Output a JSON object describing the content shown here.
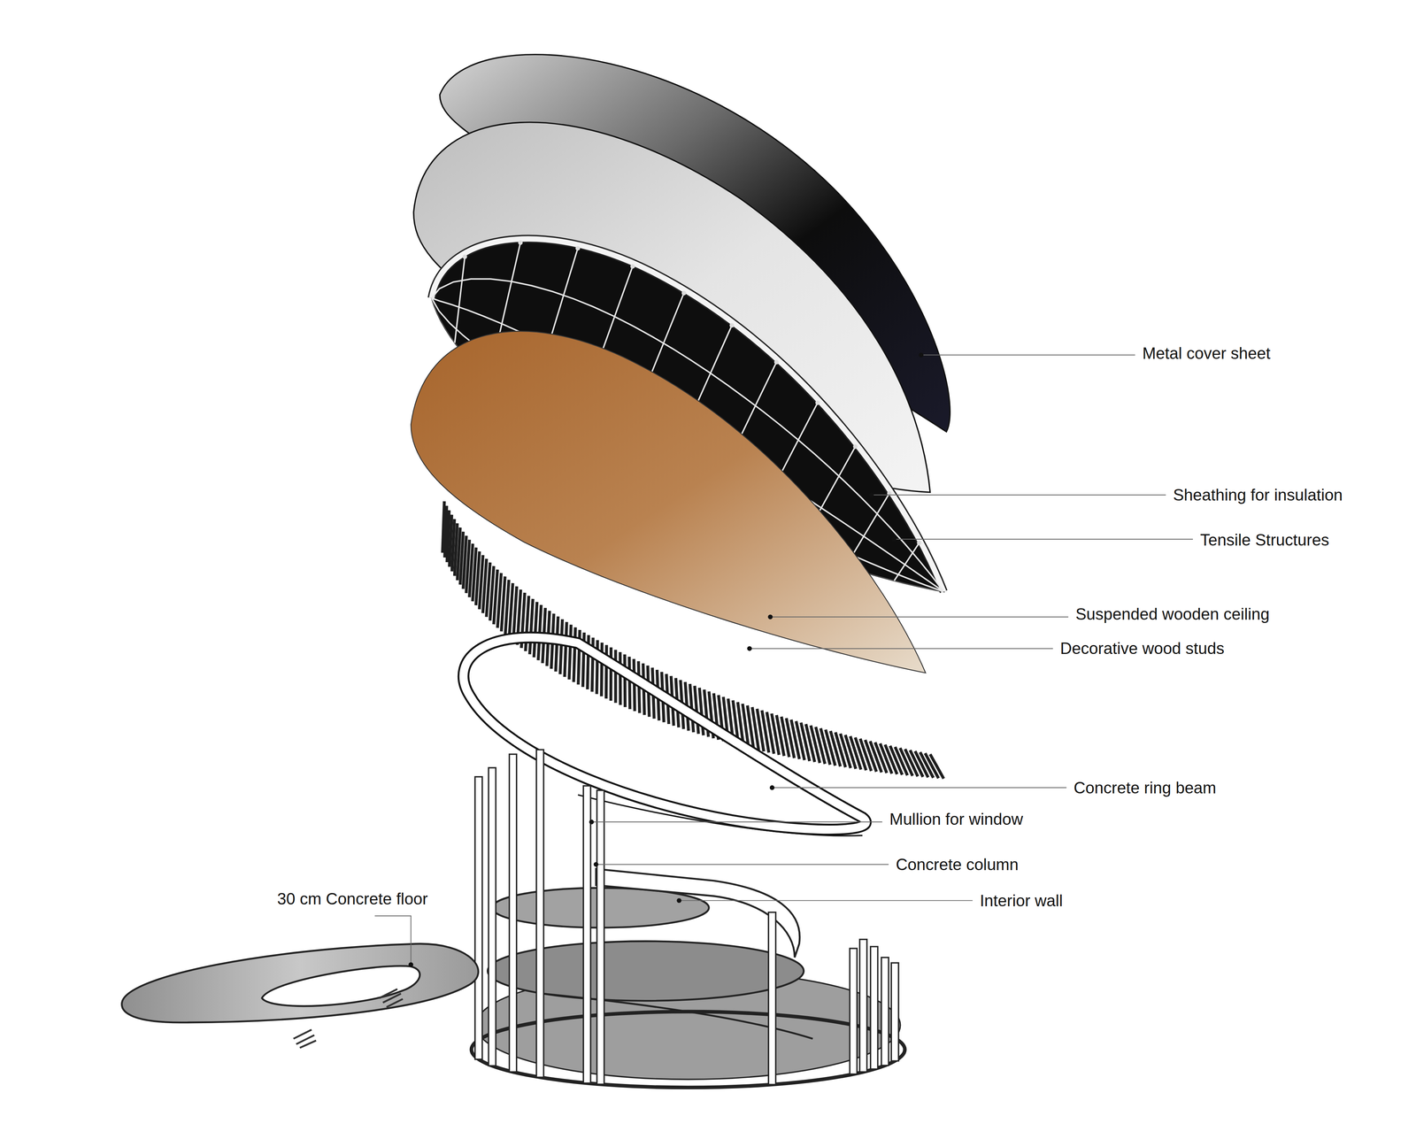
{
  "diagram": {
    "labels": [
      "Metal cover sheet",
      "Sheathing for insulation",
      "Tensile Structures",
      "Suspended wooden ceiling",
      "Decorative wood studs",
      "Concrete ring beam",
      "Mullion for window",
      "Concrete column",
      "Interior wall",
      "30 cm Concrete floor"
    ]
  }
}
